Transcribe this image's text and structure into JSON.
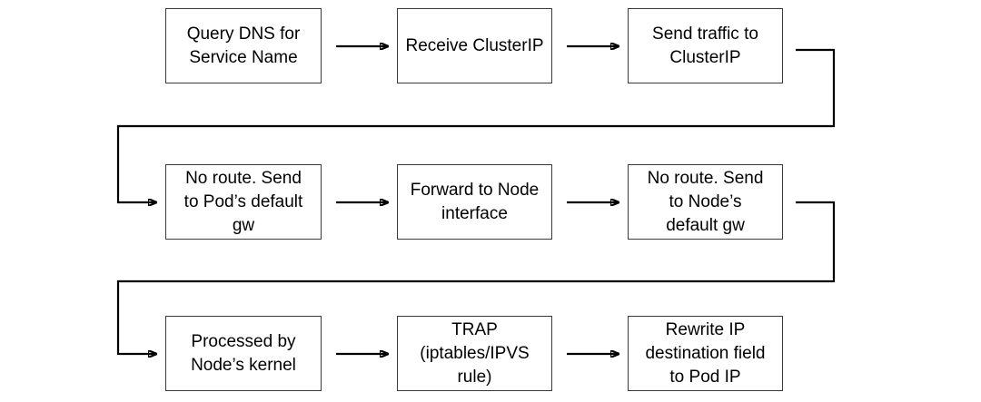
{
  "diagram": {
    "colors": {
      "box_border": "#3a3a3a",
      "line": "#000000",
      "text": "#000000",
      "background": "#ffffff"
    },
    "steps": [
      "Query DNS for\nService Name",
      "Receive ClusterIP",
      "Send traffic to\nClusterIP",
      "No route. Send\nto Pod’s default\ngw",
      "Forward to Node\ninterface",
      "No route. Send\nto Node’s\ndefault gw",
      "Processed by\nNode’s kernel",
      "TRAP\n(iptables/IPVS\nrule)",
      "Rewrite IP\ndestination field\nto Pod IP"
    ]
  }
}
